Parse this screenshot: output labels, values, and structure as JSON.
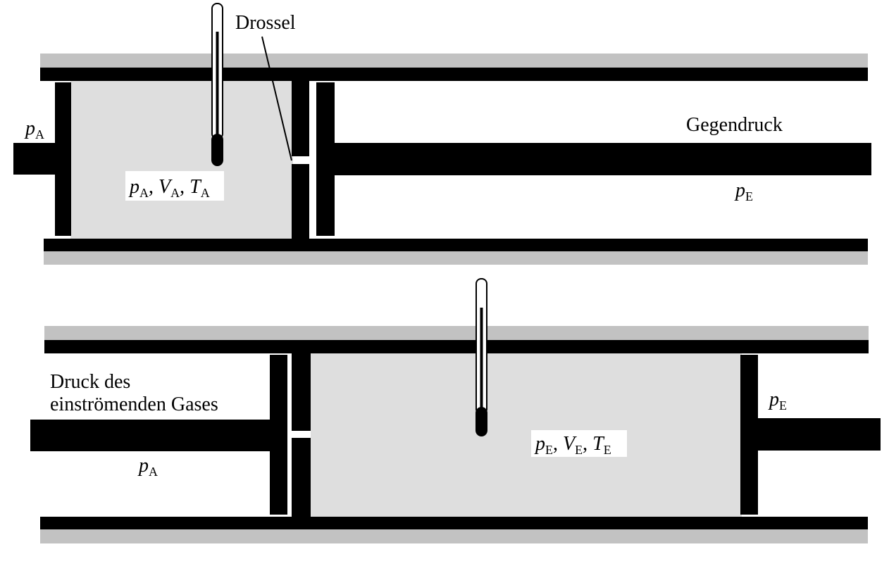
{
  "diagram": {
    "colors": {
      "wall": "#000000",
      "gas": "#dedede",
      "outer_shade": "#c2c2c2",
      "background": "#ffffff"
    },
    "top_panel": {
      "label_drossel": "Drossel",
      "label_gegendruck": "Gegendruck",
      "pressure_left": {
        "symbol": "p",
        "subscript": "A"
      },
      "pressure_right": {
        "symbol": "p",
        "subscript": "E"
      },
      "state": {
        "p": "p",
        "p_sub": "A",
        "V": "V",
        "V_sub": "A",
        "T": "T",
        "T_sub": "A"
      }
    },
    "bottom_panel": {
      "label_druck_line1": "Druck des",
      "label_druck_line2": "einströmenden Gases",
      "pressure_left": {
        "symbol": "p",
        "subscript": "A"
      },
      "pressure_right": {
        "symbol": "p",
        "subscript": "E"
      },
      "state": {
        "p": "p",
        "p_sub": "E",
        "V": "V",
        "V_sub": "E",
        "T": "T",
        "T_sub": "E"
      }
    },
    "icons": {
      "thermometer": "thermometer-icon",
      "throttle": "throttle-plug-icon",
      "piston": "piston-icon"
    }
  }
}
